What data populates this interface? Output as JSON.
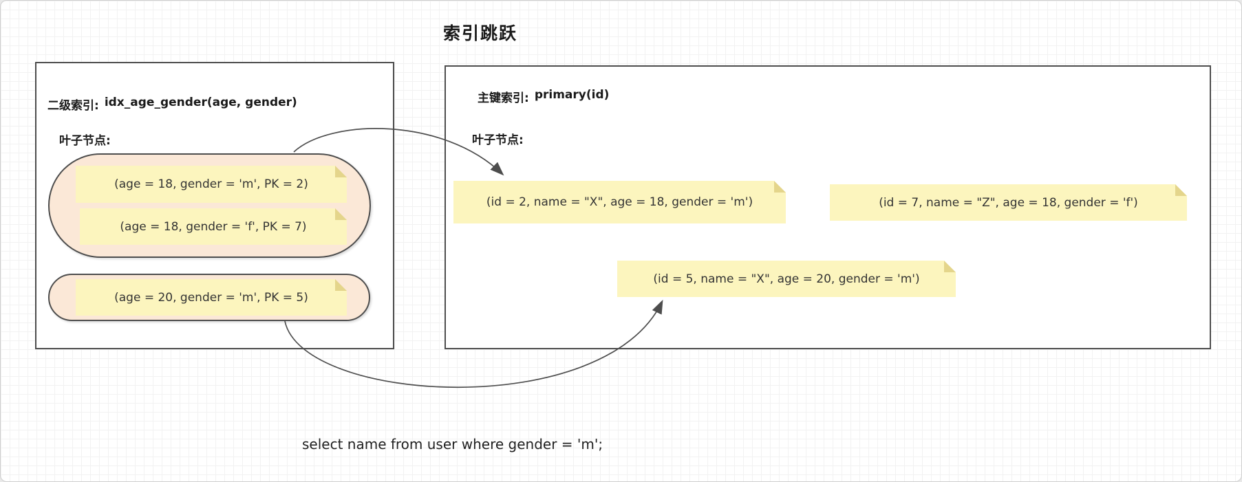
{
  "title": "索引跳跃",
  "secondary_index": {
    "title_prefix": "二级索引:",
    "title_name": "idx_age_gender(age, gender)",
    "leaf_label": "叶子节点:",
    "group1_notes": [
      "(age = 18,  gender = 'm',  PK = 2)",
      "(age = 18,  gender = 'f',  PK = 7)"
    ],
    "group2_notes": [
      "(age = 20,  gender = 'm',  PK = 5)"
    ]
  },
  "primary_index": {
    "title_prefix": "主键索引:",
    "title_name": "primary(id)",
    "leaf_label": "叶子节点:",
    "notes": [
      "(id = 2,  name = \"X\",  age = 18,  gender = 'm')",
      "(id = 7,  name = \"Z\",  age = 18,  gender = 'f')",
      "(id = 5,  name = \"X\",  age = 20,  gender = 'm')"
    ]
  },
  "query": "select name from user where gender = 'm';",
  "colors": {
    "note_fill": "#FCF5BE",
    "note_fold": "#E4D58B",
    "pill_fill": "#FBE8D7",
    "stroke": "#4D4D4D",
    "arrow": "#4D4D4D"
  }
}
